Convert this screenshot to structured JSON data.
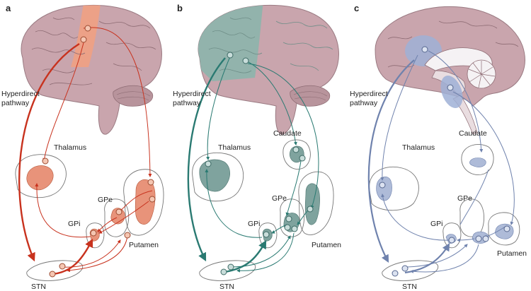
{
  "panels": [
    {
      "letter": "a",
      "labels": {
        "hyperdirect_line1": "Hyperdirect",
        "hyperdirect_line2": "pathway",
        "thalamus": "Thalamus",
        "gpe": "GPe",
        "gpi": "GPi",
        "putamen": "Putamen",
        "stn": "STN"
      },
      "colors": {
        "accent": "#c8321e",
        "fill": "#e8937a",
        "cortex_tint": "#f2a080"
      }
    },
    {
      "letter": "b",
      "labels": {
        "hyperdirect_line1": "Hyperdirect",
        "hyperdirect_line2": "pathway",
        "thalamus": "Thalamus",
        "caudate": "Caudate",
        "gpe": "GPe",
        "gpi": "GPi",
        "putamen": "Putamen",
        "stn": "STN"
      },
      "colors": {
        "accent": "#2a7a72",
        "fill": "#7fa39e",
        "cortex_tint": "#8fb3ac"
      }
    },
    {
      "letter": "c",
      "labels": {
        "hyperdirect_line1": "Hyperdirect",
        "hyperdirect_line2": "pathway",
        "thalamus": "Thalamus",
        "caudate": "Caudate",
        "gpe": "GPe",
        "gpi": "GPi",
        "putamen": "Putamen",
        "stn": "STN"
      },
      "colors": {
        "accent": "#6f82ad",
        "fill": "#aebbd8",
        "cortex_tint": "#9fb0d6"
      }
    }
  ],
  "brain_color": "#c9a5ad"
}
